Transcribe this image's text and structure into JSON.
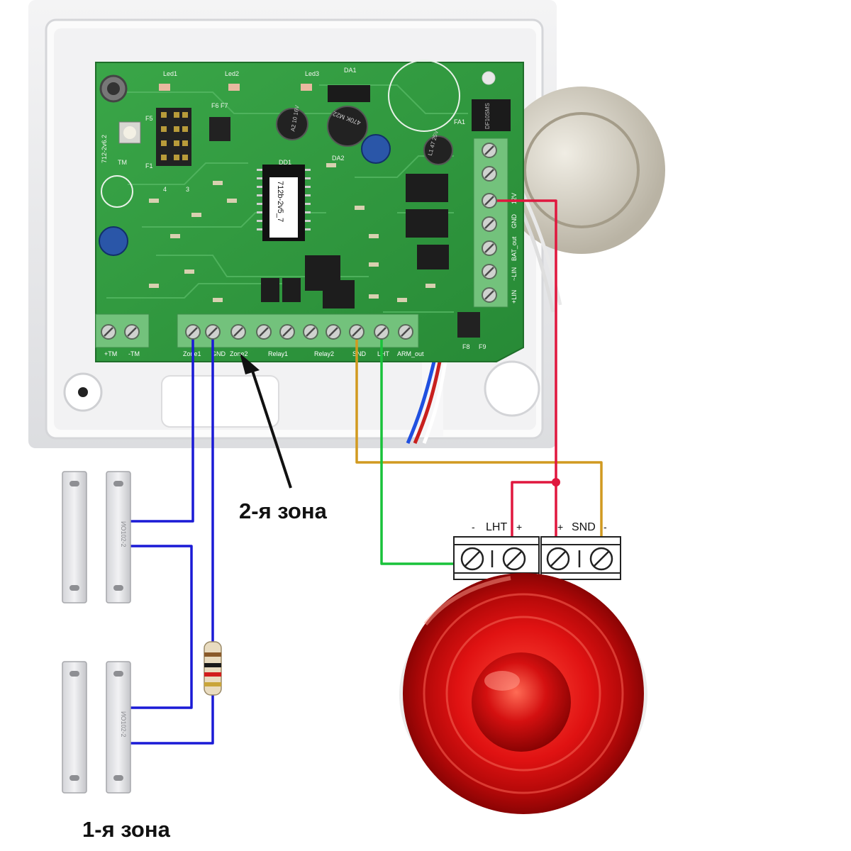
{
  "captions": {
    "zone1": "1-я зона",
    "zone2": "2-я зона"
  },
  "board": {
    "bottom_terminals": [
      "+TM",
      "-TM",
      "Zone1",
      "GND",
      "Zone2",
      "Relay1",
      "Relay2",
      "SND",
      "LHT",
      "ARM_out"
    ],
    "side_terminals": [
      "12V",
      "GND",
      "BAT_out",
      "~LIN",
      "+LIN"
    ],
    "silkscreen": {
      "led1": "Led1",
      "led2": "Led2",
      "led3": "Led3",
      "da1": "DA1",
      "da2": "DA2",
      "dd1": "DD1",
      "fa1": "FA1",
      "f5": "F5",
      "f1": "F1",
      "f6f7": "F6 F7",
      "f8": "F8",
      "f9": "F9",
      "tm": "TM",
      "board_id": "712-2v6.2",
      "chip": "712b-2v5_7",
      "jp4": "4",
      "jp3": "3",
      "cap1": "470K M22",
      "cap2": "L1 47 25V",
      "cap3": "A2 10 16V",
      "bridge": "DF10SMS"
    }
  },
  "external_blocks": {
    "lht": {
      "label": "LHT",
      "minus": "-",
      "plus": "+"
    },
    "snd": {
      "label": "SND",
      "minus": "-",
      "plus": "+"
    }
  },
  "sensors": {
    "model": "ИО102-2"
  },
  "colors": {
    "zone_wire": "#1a1ad6",
    "lht_wire": "#19c23a",
    "snd_minus_wire": "#d19a20",
    "snd_plus_wire": "#e0173e",
    "pcb": "#2f9a3c",
    "siren": "#d01010"
  }
}
